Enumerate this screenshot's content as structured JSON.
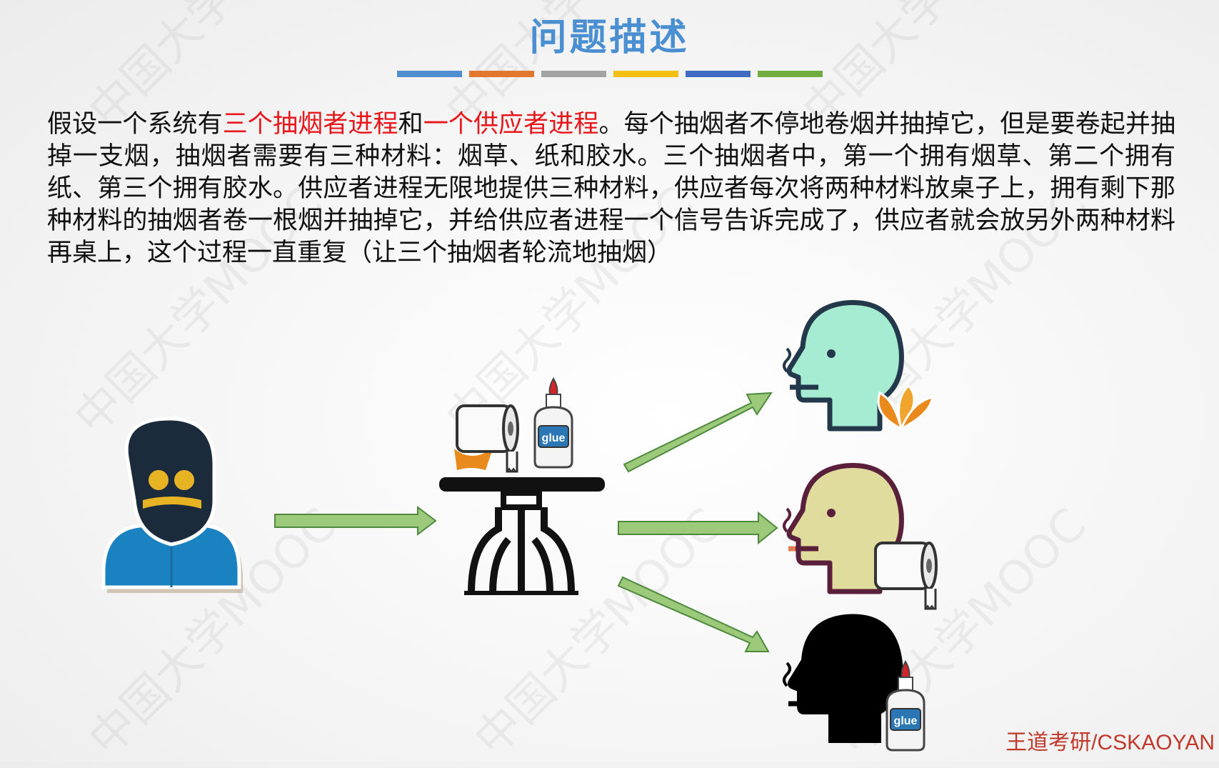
{
  "title": "问题描述",
  "accent_bars": [
    "#4f8fd0",
    "#e2772f",
    "#a3a3a3",
    "#f3bf15",
    "#3f6cc0",
    "#6fae3f"
  ],
  "description": {
    "part1": "假设一个系统有",
    "highlight1": "三个抽烟者进程",
    "part2": "和",
    "highlight2": "一个供应者进程",
    "part3": "。每个抽烟者不停地卷烟并抽掉它，但是要卷起并抽掉一支烟，抽烟者需要有三种材料：烟草、纸和胶水。三个抽烟者中，第一个拥有烟草、第二个拥有纸、第三个拥有胶水。供应者进程无限地提供三种材料，供应者每次将两种材料放桌子上，拥有剩下那种材料的抽烟者卷一根烟并抽掉它，并给供应者进程一个信号告诉完成了，供应者就会放另外两种材料再桌上，这个过程一直重复（让三个抽烟者轮流地抽烟）",
    "highlight_color": "#e8171b"
  },
  "glue_label": "glue",
  "smoker_colors": [
    "#a6ecd3",
    "#e0dc9e",
    "#000000"
  ],
  "supplier_colors": {
    "shirt": "#1b82c1",
    "hair": "#1c2b3c",
    "skin": "#e6b325"
  },
  "arrow_color": "#9cc97a",
  "watermark": "中国大学MOOC",
  "credit": "王道考研/CSKAOYAN"
}
